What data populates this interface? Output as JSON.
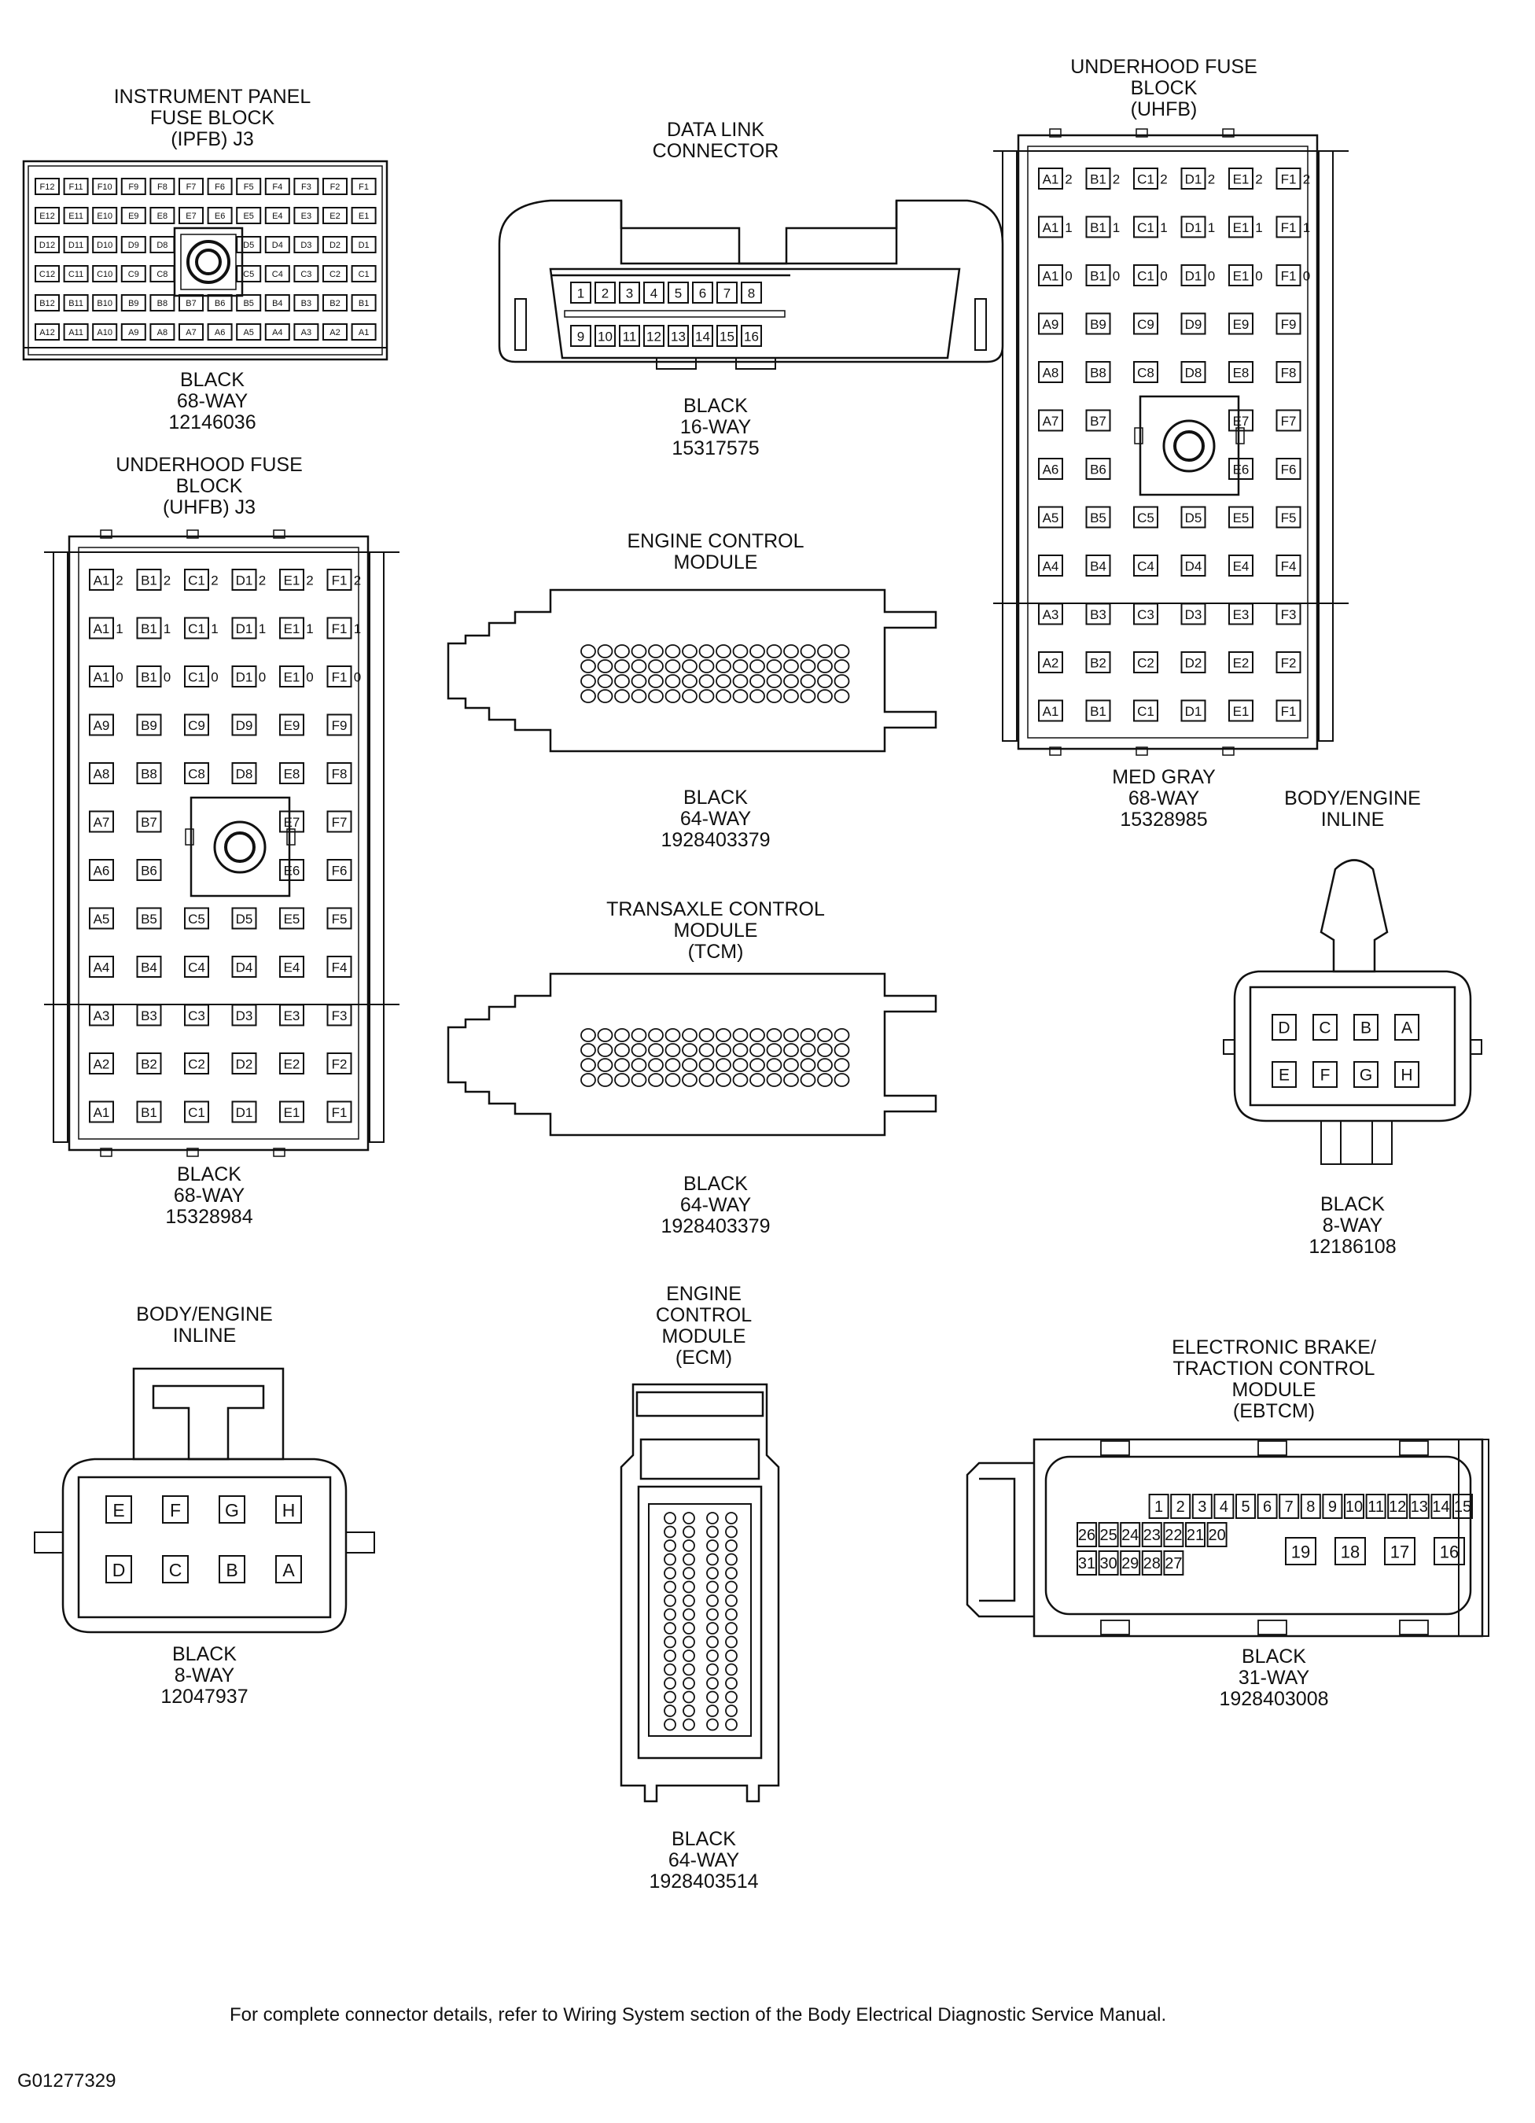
{
  "connectors": {
    "ipfb": {
      "title": [
        "INSTRUMENT PANEL",
        "FUSE BLOCK",
        "(IPFB)       J3"
      ],
      "color": "BLACK",
      "ways": "68-WAY",
      "part": "12146036"
    },
    "dlc": {
      "title": [
        "DATA LINK",
        "CONNECTOR"
      ],
      "color": "BLACK",
      "ways": "16-WAY",
      "part": "15317575",
      "pins_top": [
        "1",
        "2",
        "3",
        "4",
        "5",
        "6",
        "7",
        "8"
      ],
      "pins_bottom": [
        "9",
        "10",
        "11",
        "12",
        "13",
        "14",
        "15",
        "16"
      ]
    },
    "uhfb_top": {
      "title": [
        "UNDERHOOD FUSE",
        "BLOCK",
        "(UHFB)"
      ],
      "color": "MED GRAY",
      "ways": "68-WAY",
      "part": "15328985"
    },
    "uhfb_left": {
      "title": [
        "UNDERHOOD FUSE",
        "BLOCK",
        "(UHFB)      J3"
      ],
      "color": "BLACK",
      "ways": "68-WAY",
      "part": "15328984"
    },
    "ecm_top": {
      "title": [
        "ENGINE CONTROL",
        "MODULE"
      ],
      "color": "BLACK",
      "ways": "64-WAY",
      "part": "1928403379"
    },
    "tcm": {
      "title": [
        "TRANSAXLE CONTROL",
        "MODULE",
        "(TCM)"
      ],
      "color": "BLACK",
      "ways": "64-WAY",
      "part": "1928403379"
    },
    "inline_right": {
      "title": [
        "BODY/ENGINE",
        "INLINE"
      ],
      "color": "BLACK",
      "ways": "8-WAY",
      "part": "12186108",
      "pins_top": [
        "D",
        "C",
        "B",
        "A"
      ],
      "pins_bottom": [
        "E",
        "F",
        "G",
        "H"
      ]
    },
    "inline_left": {
      "title": [
        "BODY/ENGINE",
        "INLINE"
      ],
      "color": "BLACK",
      "ways": "8-WAY",
      "part": "12047937",
      "pins_top": [
        "E",
        "F",
        "G",
        "H"
      ],
      "pins_bottom": [
        "D",
        "C",
        "B",
        "A"
      ]
    },
    "ecm_bottom": {
      "title": [
        "ENGINE",
        "CONTROL",
        "MODULE",
        "(ECM)"
      ],
      "color": "BLACK",
      "ways": "64-WAY",
      "part": "1928403514"
    },
    "ebtcm": {
      "title": [
        "ELECTRONIC BRAKE/",
        "TRACTION CONTROL",
        "MODULE",
        "(EBTCM)"
      ],
      "color": "BLACK",
      "ways": "31-WAY",
      "part": "1928403008",
      "row1": [
        "15",
        "14",
        "13",
        "12",
        "11",
        "10",
        "9",
        "8",
        "7",
        "6",
        "5",
        "4",
        "3",
        "2",
        "1"
      ],
      "row2": [
        "26",
        "25",
        "24",
        "23",
        "22",
        "21",
        "20"
      ],
      "row2_big": [
        "19",
        "18",
        "17",
        "16"
      ],
      "row3": [
        "31",
        "30",
        "29",
        "28",
        "27"
      ]
    }
  },
  "grid68": {
    "cols": [
      "A",
      "B",
      "C",
      "D",
      "E",
      "F"
    ],
    "rows": [
      "12",
      "11",
      "10",
      "9",
      "8",
      "7",
      "6",
      "5",
      "4",
      "3",
      "2",
      "1"
    ]
  },
  "ipfb_grid": {
    "rows": [
      [
        "F12",
        "F11",
        "F10",
        "F9",
        "F8",
        "F7",
        "F6",
        "F5",
        "F4",
        "F3",
        "F2",
        "F1"
      ],
      [
        "E12",
        "E11",
        "E10",
        "E9",
        "E8",
        "E7",
        "E6",
        "E5",
        "E4",
        "E3",
        "E2",
        "E1"
      ],
      [
        "D12",
        "D11",
        "D10",
        "D9",
        "D8",
        "",
        "",
        "D5",
        "D4",
        "D3",
        "D2",
        "D1"
      ],
      [
        "C12",
        "C11",
        "C10",
        "C9",
        "C8",
        "",
        "",
        "C5",
        "C4",
        "C3",
        "C2",
        "C1"
      ],
      [
        "B12",
        "B11",
        "B10",
        "B9",
        "B8",
        "B7",
        "B6",
        "B5",
        "B4",
        "B3",
        "B2",
        "B1"
      ],
      [
        "A12",
        "A11",
        "A10",
        "A9",
        "A8",
        "A7",
        "A6",
        "A5",
        "A4",
        "A3",
        "A2",
        "A1"
      ]
    ]
  },
  "footer": {
    "note": "For complete connector details, refer to Wiring System section of the Body Electrical Diagnostic Service Manual.",
    "figure_id": "G01277329"
  }
}
